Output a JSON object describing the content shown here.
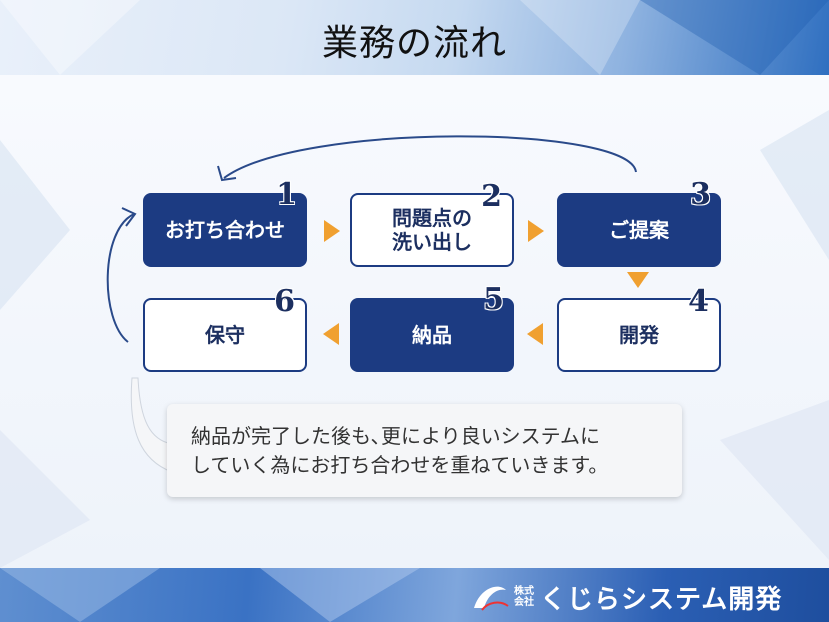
{
  "title": "業務の流れ",
  "steps": [
    {
      "number": "1",
      "label": "お打ち合わせ"
    },
    {
      "number": "2",
      "label": "問題点の\n洗い出し"
    },
    {
      "number": "3",
      "label": "ご提案"
    },
    {
      "number": "4",
      "label": "開発"
    },
    {
      "number": "5",
      "label": "納品"
    },
    {
      "number": "6",
      "label": "保守"
    }
  ],
  "callout": {
    "line1": "納品が完了した後も､更により良いシステムに",
    "line2": "していく為にお打ち合わせを重ねていきます。"
  },
  "logo": {
    "prefix_top": "株式",
    "prefix_bottom": "会社",
    "name": "くじらシステム開発"
  },
  "colors": {
    "box_dark": "#1c3b82",
    "arrow_orange": "#f0a030",
    "connector": "#2a4a8a"
  }
}
